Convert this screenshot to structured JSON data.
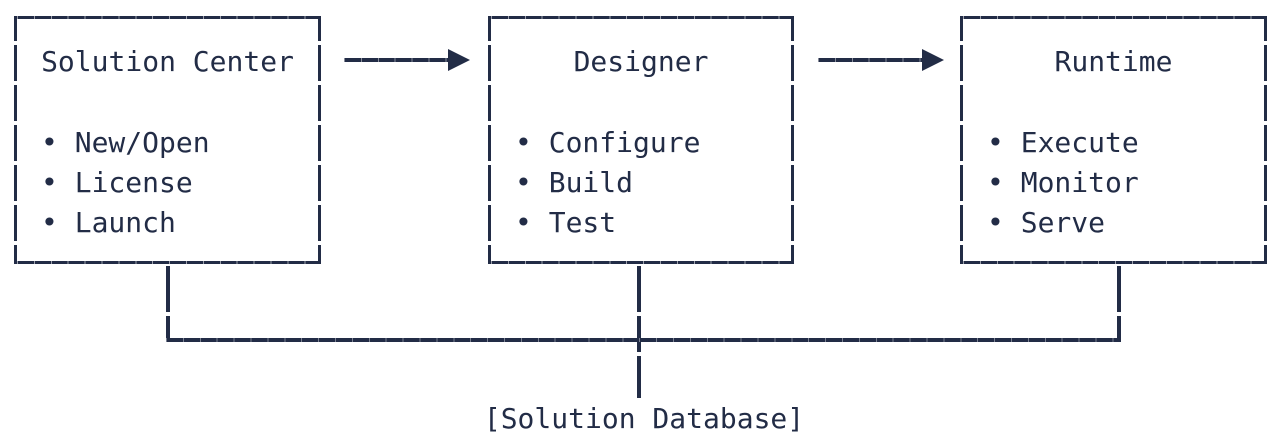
{
  "diagram": {
    "type": "flow",
    "style": "ascii-box-drawing",
    "colors": {
      "ink": "#222c46",
      "background": "#ffffff"
    },
    "bullet_glyph": "•",
    "stages": [
      {
        "id": "solution-center",
        "title": "Solution Center",
        "items": [
          "New/Open",
          "License",
          "Launch"
        ]
      },
      {
        "id": "designer",
        "title": "Designer",
        "items": [
          "Configure",
          "Build",
          "Test"
        ]
      },
      {
        "id": "runtime",
        "title": "Runtime",
        "items": [
          "Execute",
          "Monitor",
          "Serve"
        ]
      }
    ],
    "connectors": [
      {
        "id": "arrow-1",
        "from": "solution-center",
        "to": "designer",
        "direction": "right"
      },
      {
        "id": "arrow-2",
        "from": "designer",
        "to": "runtime",
        "direction": "right"
      }
    ],
    "shared_store": {
      "label": "[Solution Database]",
      "connected_to": [
        "solution-center",
        "designer",
        "runtime"
      ]
    }
  }
}
